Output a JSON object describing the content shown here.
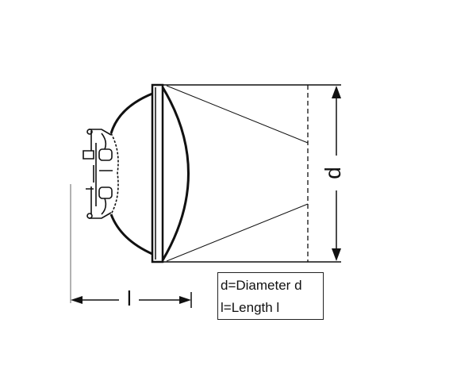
{
  "diagram": {
    "title": "PAR lamp dimensions",
    "dimension_labels": {
      "diameter": "d",
      "length": "l"
    },
    "legend": [
      "d=Diameter d",
      "l=Length l"
    ],
    "line_color": "#111111"
  }
}
